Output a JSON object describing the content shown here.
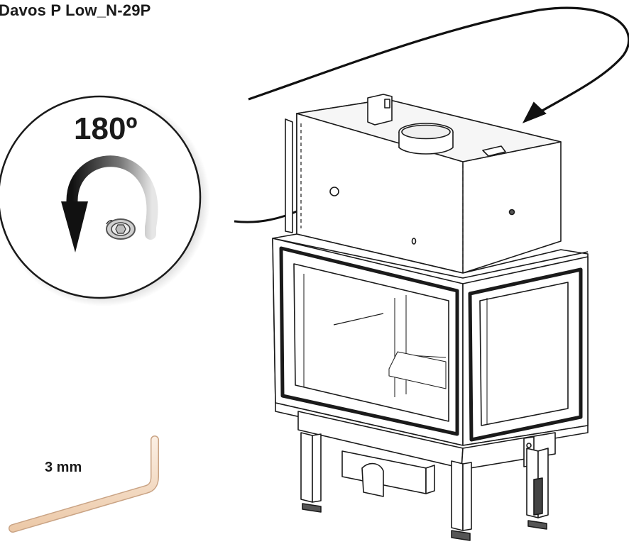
{
  "diagram": {
    "title": "Davos P Low_N-29P",
    "rotation_label": "180º",
    "tool_label": "3 mm",
    "colors": {
      "line": "#1a1a1a",
      "arrow": "#000000",
      "hex_key": "#f3dcc6",
      "hex_key_outline": "#c9a384",
      "glass": "#ffffff",
      "shadow": "#9a9a9a"
    }
  }
}
